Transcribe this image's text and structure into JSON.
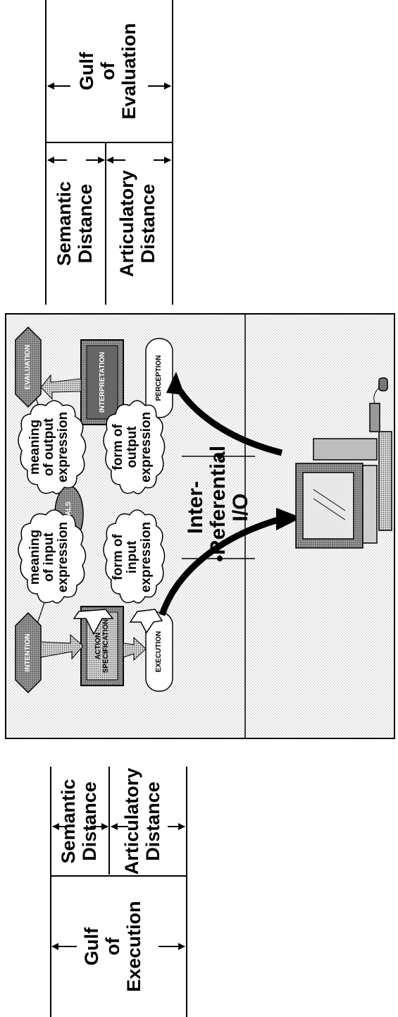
{
  "execution_side": {
    "gulf": {
      "line1": "Gulf",
      "line2": "of",
      "line3": "Execution"
    },
    "semantic": {
      "line1": "Semantic",
      "line2": "Distance"
    },
    "articulatory": {
      "line1": "Articulatory",
      "line2": "Distance"
    }
  },
  "evaluation_side": {
    "gulf": {
      "line1": "Gulf",
      "line2": "of",
      "line3": "Evaluation"
    },
    "semantic": {
      "line1": "Semantic",
      "line2": "Distance"
    },
    "articulatory": {
      "line1": "Articulatory",
      "line2": "Distance"
    }
  },
  "nodes": {
    "goals": "GOALS",
    "intention": "INTENTION",
    "action_spec": {
      "line1": "ACTION",
      "line2": "SPECIFICATION"
    },
    "execution": "EXECUTION",
    "evaluation": "EVALUATION",
    "interpretation": "INTERPRETATION",
    "perception": "PERCEPTION"
  },
  "clouds": {
    "meaning_input": {
      "line1": "meaning",
      "line2": "of input",
      "line3": "expression"
    },
    "form_input": {
      "line1": "form of",
      "line2": "input",
      "line3": "expression"
    },
    "meaning_output": {
      "line1": "meaning",
      "line2": "of output",
      "line3": "expression"
    },
    "form_output": {
      "line1": "form of",
      "line2": "output",
      "line3": "expression"
    }
  },
  "inter_referential": {
    "line1": "Inter-",
    "line2": "Referential",
    "line3": "I/O"
  }
}
